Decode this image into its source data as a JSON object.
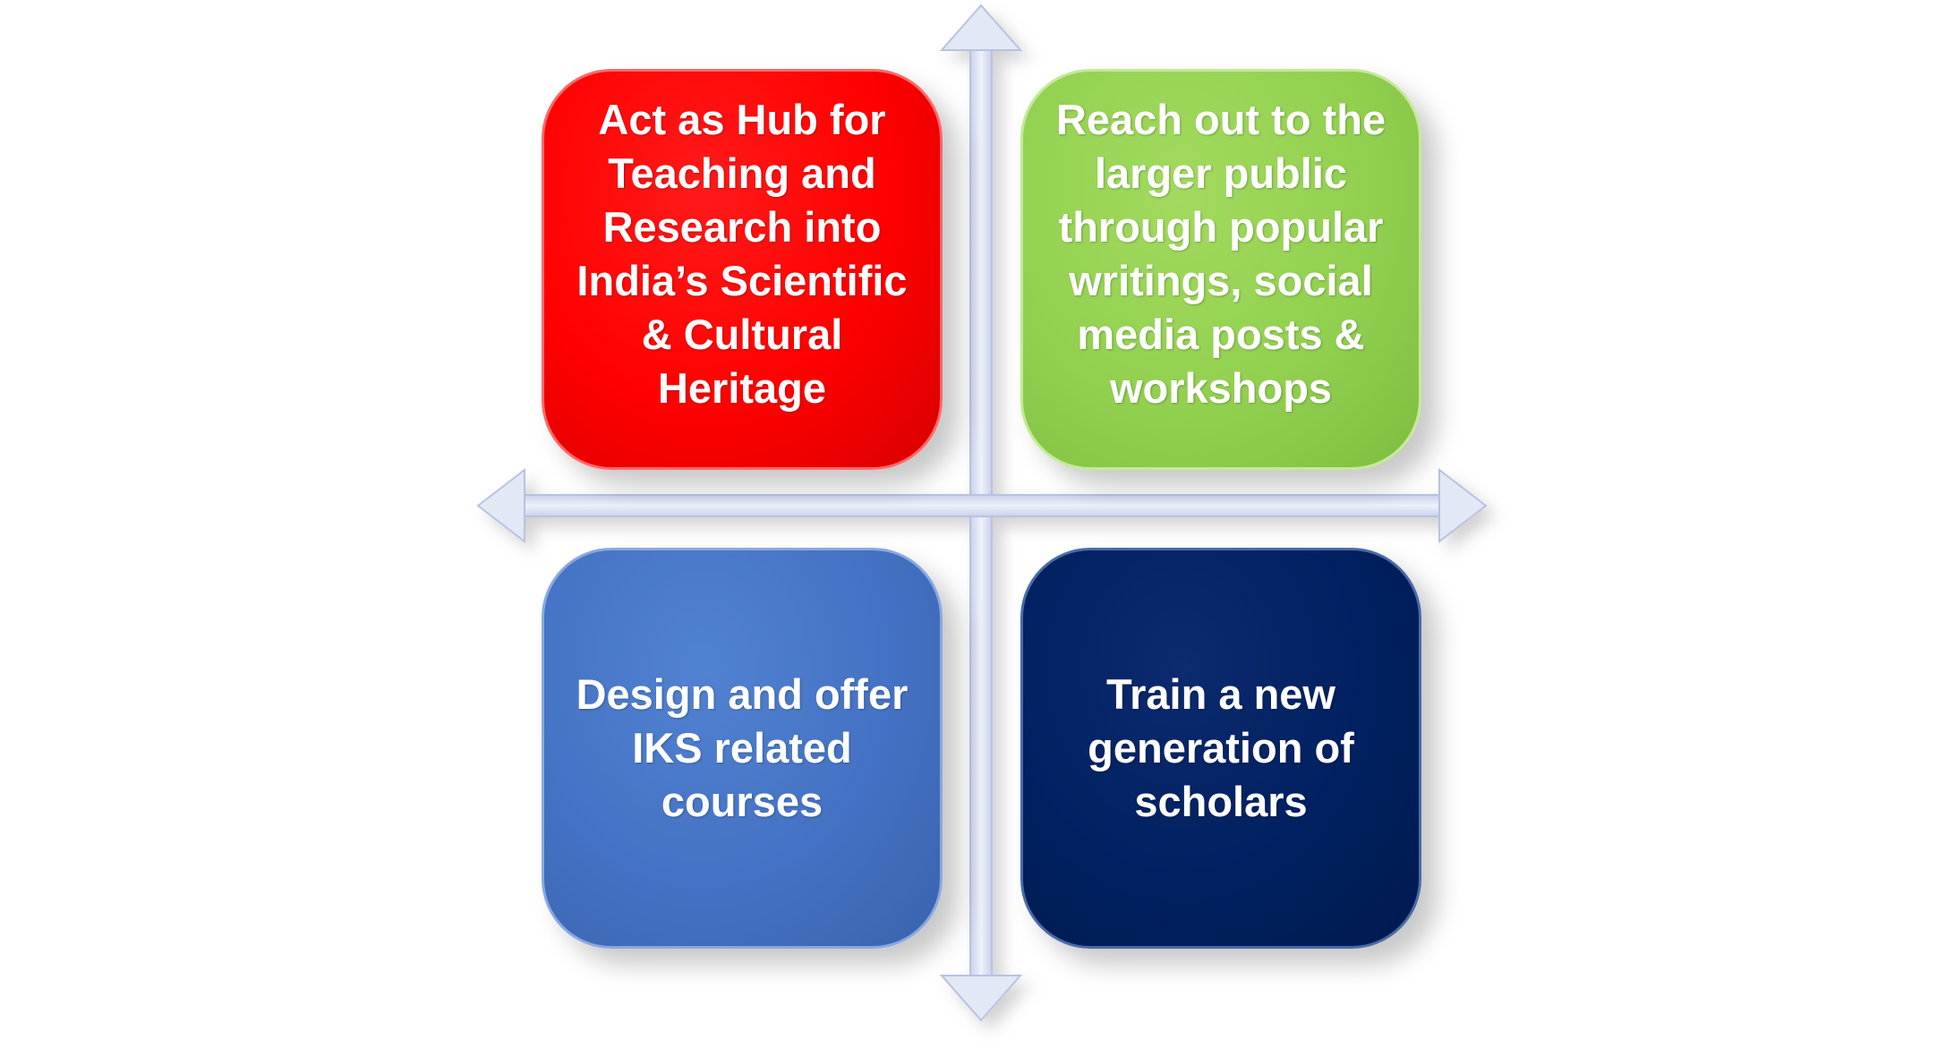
{
  "diagram": {
    "quadrants": {
      "top_left": {
        "text": "Act as Hub for\nTeaching and\nResearch into\nIndia’s Scientific\n& Cultural\nHeritage",
        "color": "#ff0000"
      },
      "top_right": {
        "text": "Reach out to the\nlarger public\nthrough popular\nwritings, social\nmedia posts &\nworkshops",
        "color": "#92d050"
      },
      "bottom_left": {
        "text": "Design and offer\nIKS related\ncourses",
        "color": "#4472c4"
      },
      "bottom_right": {
        "text": "Train a new\ngeneration of\nscholars",
        "color": "#002060"
      }
    },
    "axis_color": "#dde3f3"
  }
}
